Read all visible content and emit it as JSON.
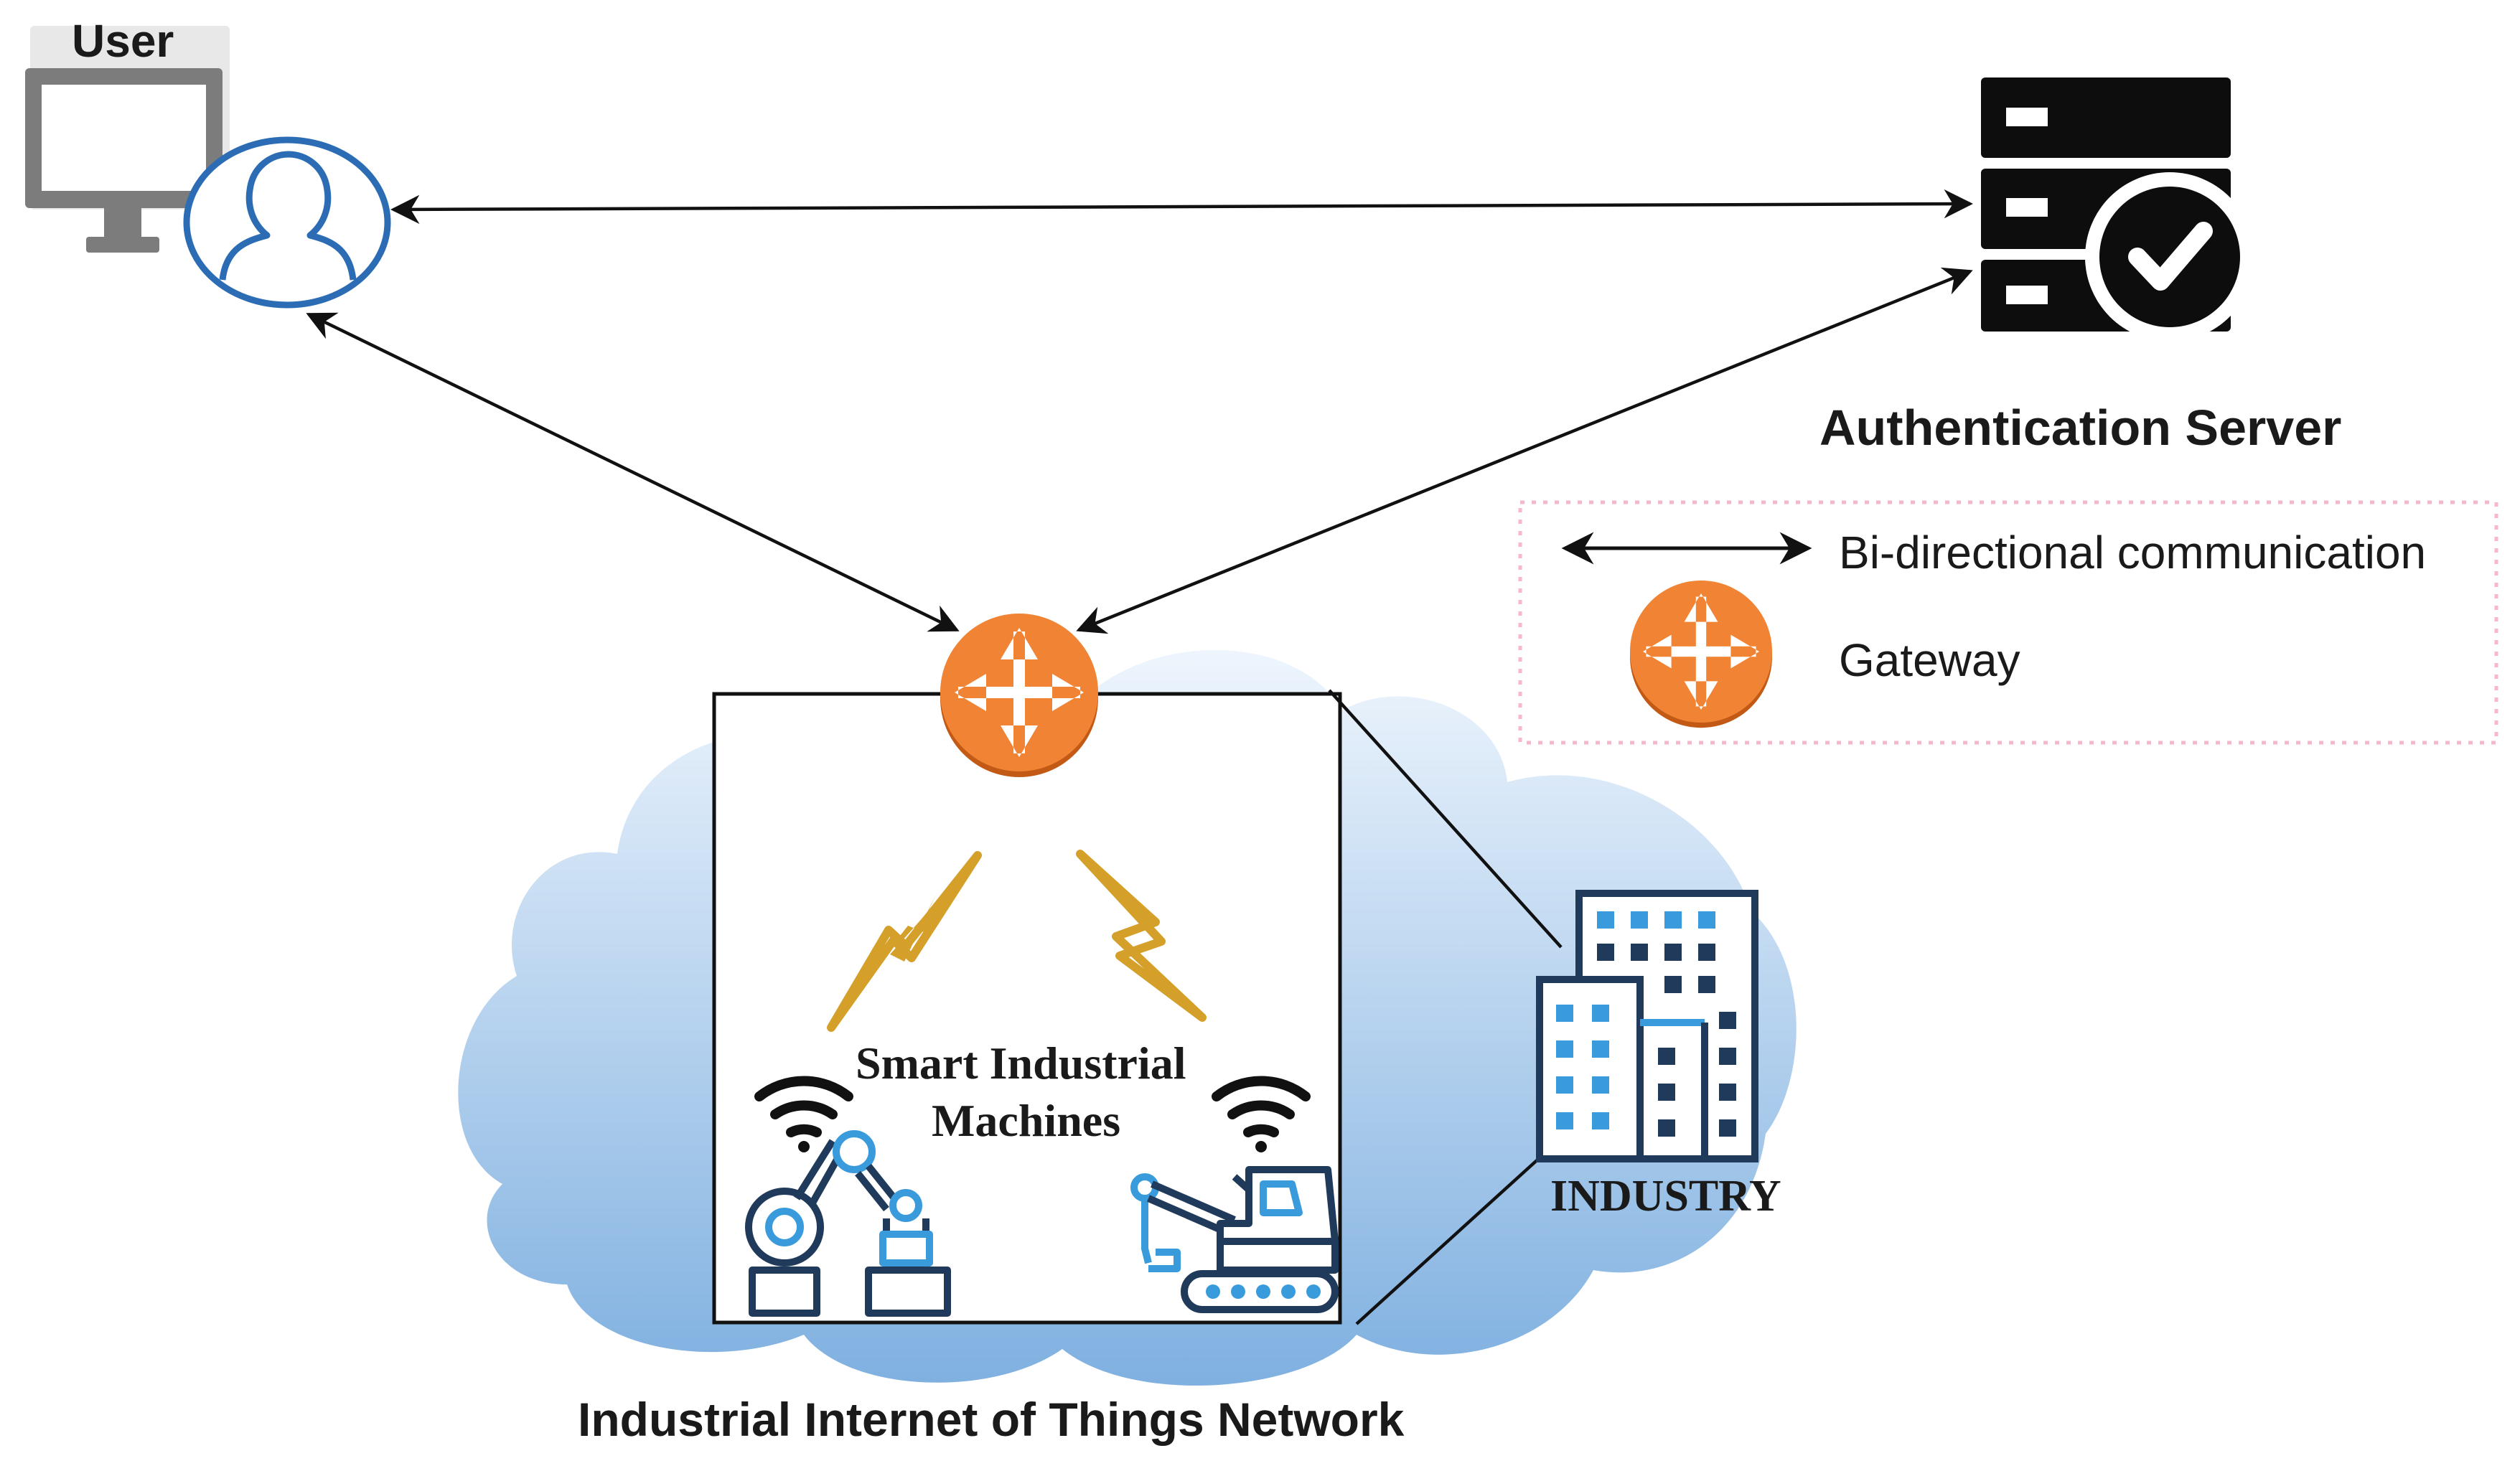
{
  "user": {
    "label": "User"
  },
  "server": {
    "label": "Authentication Server"
  },
  "legend": {
    "arrow_label": "Bi-directional communication",
    "gateway_label": "Gateway"
  },
  "machines": {
    "line1": "Smart Industrial",
    "line2": "Machines"
  },
  "industry": {
    "label": "INDUSTRY"
  },
  "network": {
    "label": "Industrial Internet of Things Network"
  },
  "colors": {
    "gateway_orange": "#f08434",
    "icon_blue": "#3a9bdc",
    "icon_navy": "#1f3a5a",
    "lightning": "#d4a02a",
    "user_blue": "#2b6cb4",
    "cloud_top": "#e6f0fb",
    "cloud_bottom": "#86b3e0",
    "legend_border": "#f4b8c8"
  }
}
